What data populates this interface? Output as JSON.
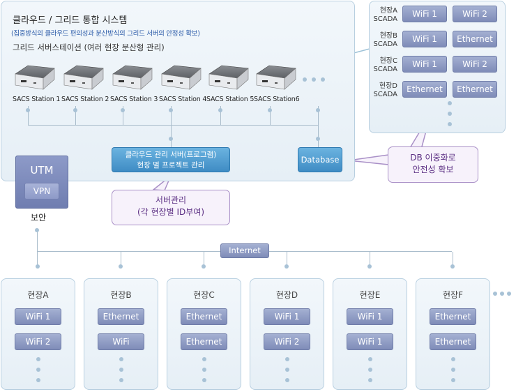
{
  "system": {
    "title": "클라우드 / 그리드 통합 시스템",
    "subtitle": "(집중방식의 클라우드 편의성과 분산방식의 그리드 서버의 안정성 확보)",
    "grid_caption": "그리드 서버스테이션 (여러 현장 분산형 관리)"
  },
  "stations": [
    "SACS Station 1",
    "SACS Station 2",
    "SACS Station 3",
    "SACS Station 4",
    "SACS Station 5",
    "SACS Station6"
  ],
  "server_box": {
    "line1": "클라우드 관리 서버(프로그램)",
    "line2": "현장 별 프로젝트 관리"
  },
  "database_label": "Database",
  "utm": {
    "title": "UTM",
    "vpn": "VPN",
    "caption": "보안"
  },
  "callouts": {
    "server_mgmt": {
      "line1": "서버관리",
      "line2": "(각 현장별 ID부여)"
    },
    "db_dup": {
      "line1": "DB 이중화로",
      "line2": "안전성 확보"
    }
  },
  "scada": [
    {
      "site": "현장A",
      "label": "SCADA",
      "links": [
        "WiFi 1",
        "WiFi 2"
      ]
    },
    {
      "site": "현장B",
      "label": "SCADA",
      "links": [
        "WiFi 1",
        "Ethernet"
      ]
    },
    {
      "site": "현장C",
      "label": "SCADA",
      "links": [
        "WiFi 1",
        "WiFi 2"
      ]
    },
    {
      "site": "현장D",
      "label": "SCADA",
      "links": [
        "Ethernet",
        "Ethernet"
      ]
    }
  ],
  "internet_label": "Internet",
  "sites": [
    {
      "name": "현장A",
      "links": [
        "WiFi 1",
        "WiFi 2"
      ]
    },
    {
      "name": "현장B",
      "links": [
        "Ethernet",
        "WiFi"
      ]
    },
    {
      "name": "현장C",
      "links": [
        "Ethernet",
        "Ethernet"
      ]
    },
    {
      "name": "현장D",
      "links": [
        "WiFi 1",
        "WiFi 2"
      ]
    },
    {
      "name": "현장E",
      "links": [
        "WiFi 1",
        "WiFi 1"
      ]
    },
    {
      "name": "현장F",
      "links": [
        "Ethernet",
        "Ethernet"
      ]
    }
  ]
}
